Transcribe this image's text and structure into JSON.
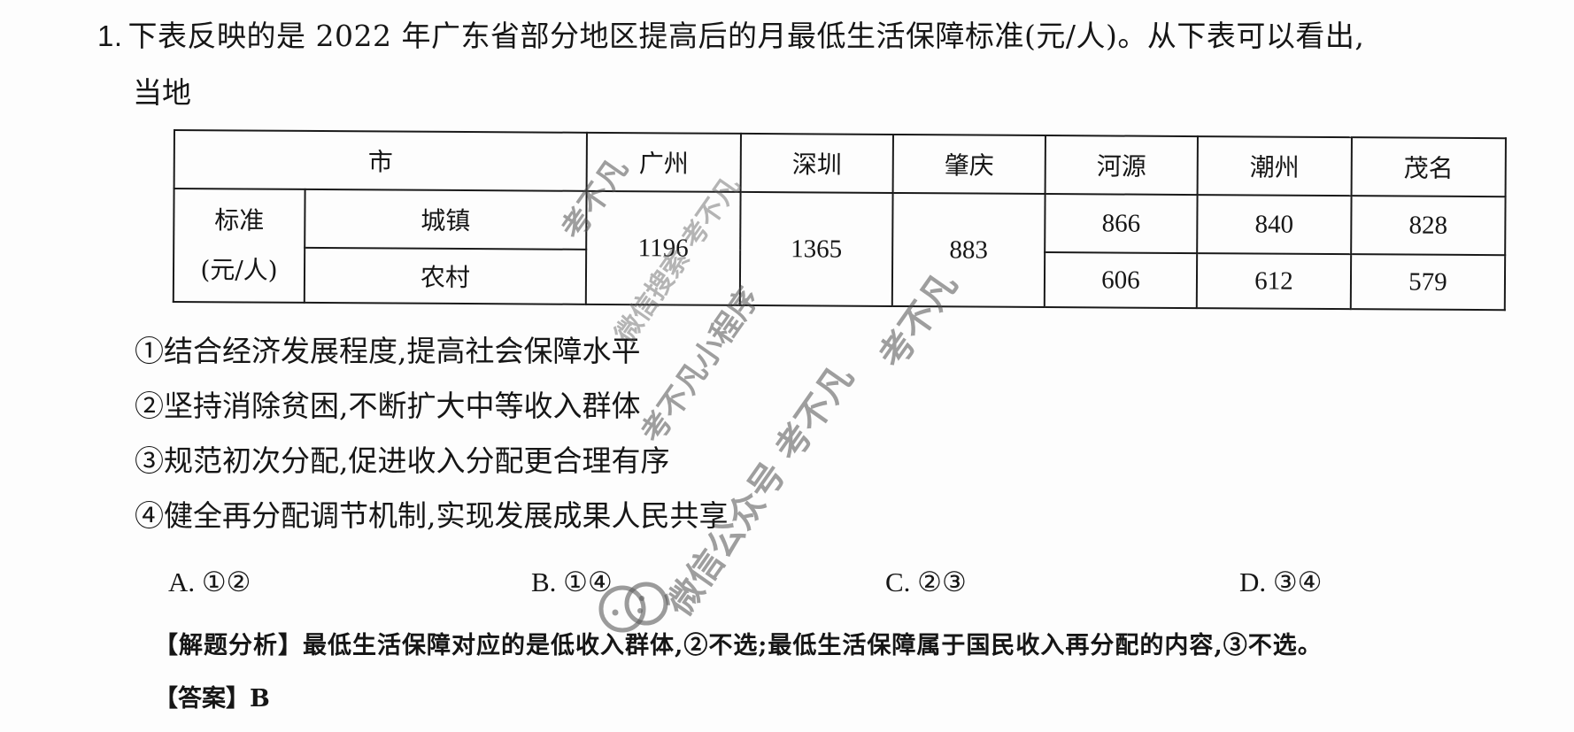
{
  "question": {
    "number": "1.",
    "stem_line1": "下表反映的是 2022 年广东省部分地区提高后的月最低生活保障标准(元/人)。从下表可以看出,",
    "stem_line2": "当地"
  },
  "table": {
    "header_label": "市",
    "cities": [
      "广州",
      "深圳",
      "肇庆",
      "河源",
      "潮州",
      "茂名"
    ],
    "row_label_main": "标准",
    "row_label_unit": "(元/人)",
    "sub_rows": [
      "城镇",
      "农村"
    ],
    "merged_values": {
      "guangzhou": "1196",
      "shenzhen": "1365",
      "zhaoqing": "883"
    },
    "urban_values": {
      "heyuan": "866",
      "chaozhou": "840",
      "maoming": "828"
    },
    "rural_values": {
      "heyuan": "606",
      "chaozhou": "612",
      "maoming": "579"
    }
  },
  "statements": [
    "①结合经济发展程度,提高社会保障水平",
    "②坚持消除贫困,不断扩大中等收入群体",
    "③规范初次分配,促进收入分配更合理有序",
    "④健全再分配调节机制,实现发展成果人民共享"
  ],
  "choices": [
    {
      "label": "A. ①②"
    },
    {
      "label": "B. ①④"
    },
    {
      "label": "C. ②③"
    },
    {
      "label": "D. ③④"
    }
  ],
  "analysis": {
    "text": "【解题分析】最低生活保障对应的是低收入群体,②不选;最低生活保障属于国民收入再分配的内容,③不选。"
  },
  "answer": {
    "text": "【答案】B"
  },
  "watermarks": [
    "考不凡",
    "微信搜索 考不凡",
    "考不凡小程序",
    "考不凡",
    "微信公众号 考不凡"
  ]
}
